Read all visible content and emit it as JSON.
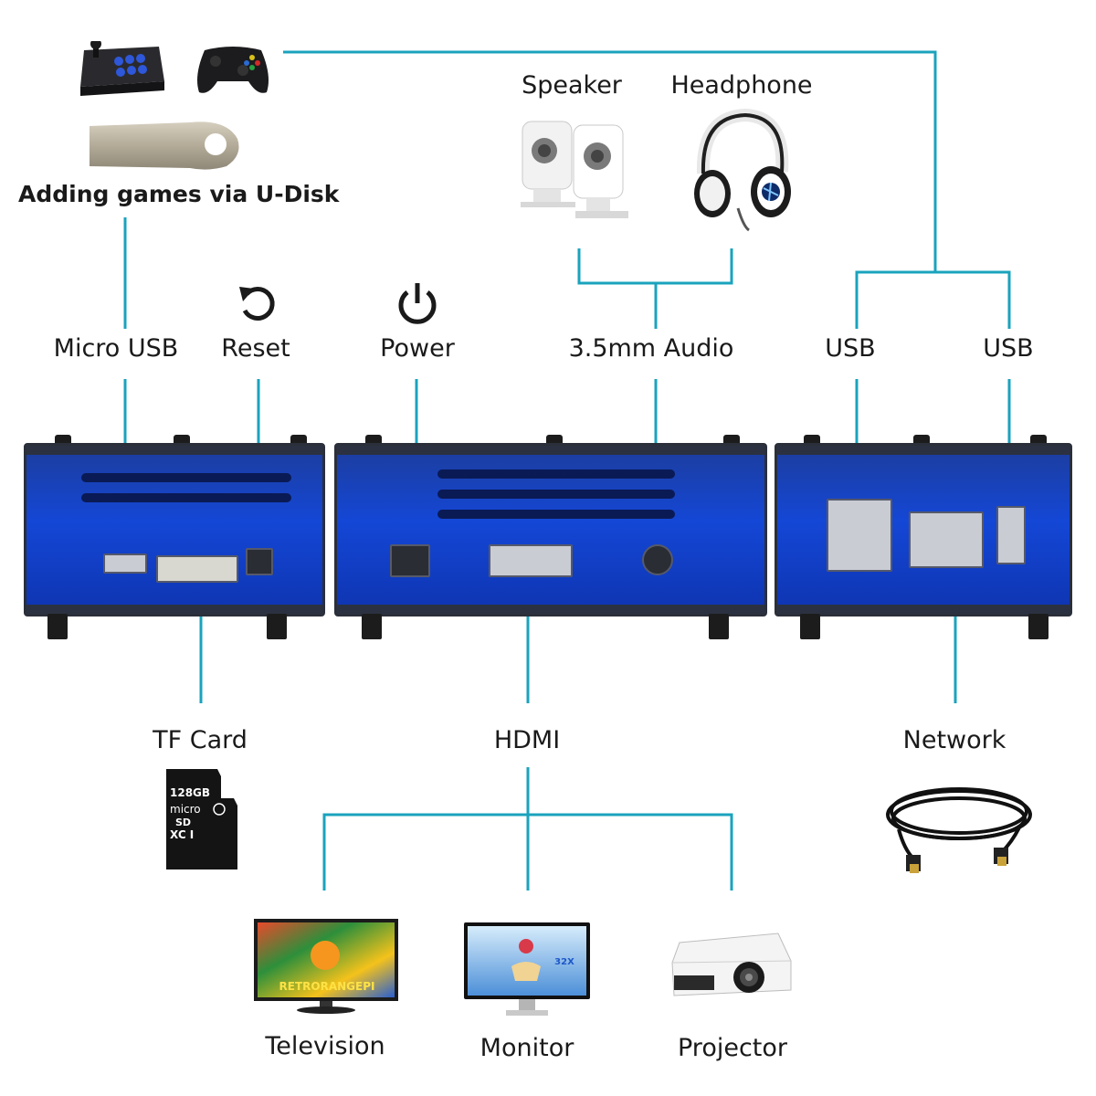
{
  "top": {
    "udisk_caption": "Adding games via U-Disk",
    "speaker": "Speaker",
    "headphone": "Headphone"
  },
  "ports_top": {
    "micro_usb": "Micro USB",
    "reset": "Reset",
    "power": "Power",
    "audio": "3.5mm Audio",
    "usb_left": "USB",
    "usb_right": "USB"
  },
  "ports_bottom": {
    "tf_card": "TF Card",
    "hdmi": "HDMI",
    "network": "Network"
  },
  "tf_card_print": {
    "capacity": "128GB",
    "brand": "micro",
    "sd": "SD",
    "class": "XC I"
  },
  "displays": {
    "television": "Television",
    "monitor": "Monitor",
    "projector": "Projector",
    "tv_screen_text": "RETRORANGEPI",
    "monitor_badge": "32X"
  },
  "colors": {
    "wire": "#1aa3bd",
    "case_blue": "#1447d6"
  },
  "icons": [
    "arcade-stick-icon",
    "gamepad-icon",
    "usb-flash-drive-icon",
    "speaker-icon",
    "headphone-icon",
    "reset-icon",
    "power-icon",
    "microsd-card-icon",
    "ethernet-cable-icon",
    "television-icon",
    "monitor-icon",
    "projector-icon"
  ]
}
